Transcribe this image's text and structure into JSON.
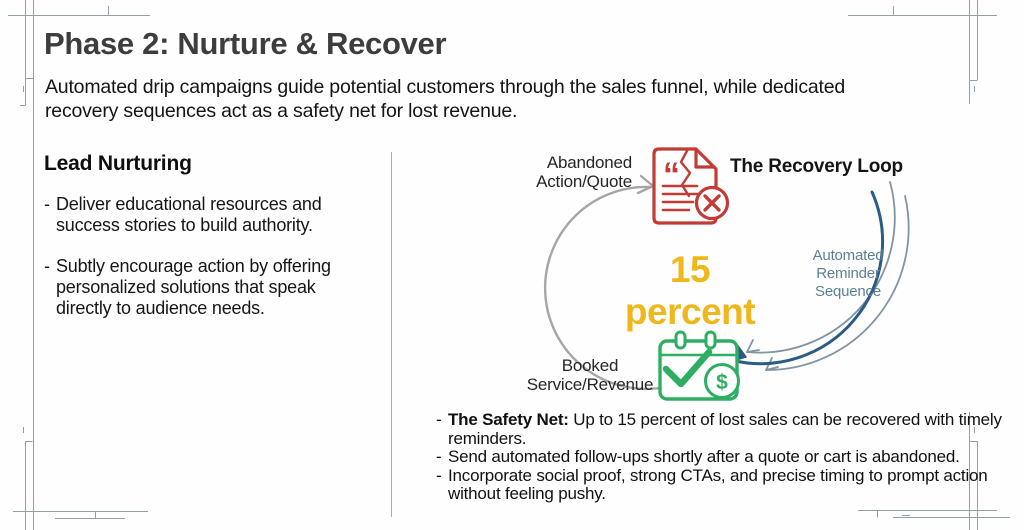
{
  "bullet_char": "-",
  "header": {
    "title": "Phase 2: Nurture & Recover",
    "subtitle": "Automated drip campaigns guide potential customers through the sales funnel, while dedicated\nrecovery sequences act as a safety net for lost revenue."
  },
  "left_panel": {
    "heading": "Lead Nurturing",
    "bullets": [
      "Deliver educational resources and success stories to build authority.",
      "Subtly encourage action by offering personalized solutions that speak directly to audience needs."
    ]
  },
  "diagram": {
    "loop_title": "The Recovery Loop",
    "abandoned_label": "Abandoned\nAction/Quote",
    "center_value": "15 percent",
    "reminder_label": "Automated\nReminder\nSequence",
    "booked_label": "Booked\nService/Revenue",
    "abandoned_icon": "torn-quote-document-with-x",
    "booked_icon": "calendar-check-with-dollar",
    "quote_glyph": "“",
    "dollar_glyph": "$",
    "colors": {
      "abandoned_red": "#c23b34",
      "booked_green": "#2fae62",
      "center_value_gold": "#eeb71c",
      "reminder_text_blue": "#5e8095",
      "loop_gray": "#a6a6a6",
      "arrow_dark_blue": "#2b5c86",
      "arrow_steel": "#8195a2",
      "frame_marks": "#8fa0aa"
    }
  },
  "notes": {
    "bullets": [
      [
        {
          "text": "The Safety Net:",
          "bold": true
        },
        {
          "text": " Up to 15 percent of lost sales can be recovered with timely reminders.",
          "bold": false
        }
      ],
      [
        {
          "text": "Send automated follow-ups shortly after a quote or cart is abandoned.",
          "bold": false
        }
      ],
      [
        {
          "text": "Incorporate social proof, strong CTAs, and precise timing to prompt action without feeling pushy.",
          "bold": false
        }
      ]
    ]
  }
}
